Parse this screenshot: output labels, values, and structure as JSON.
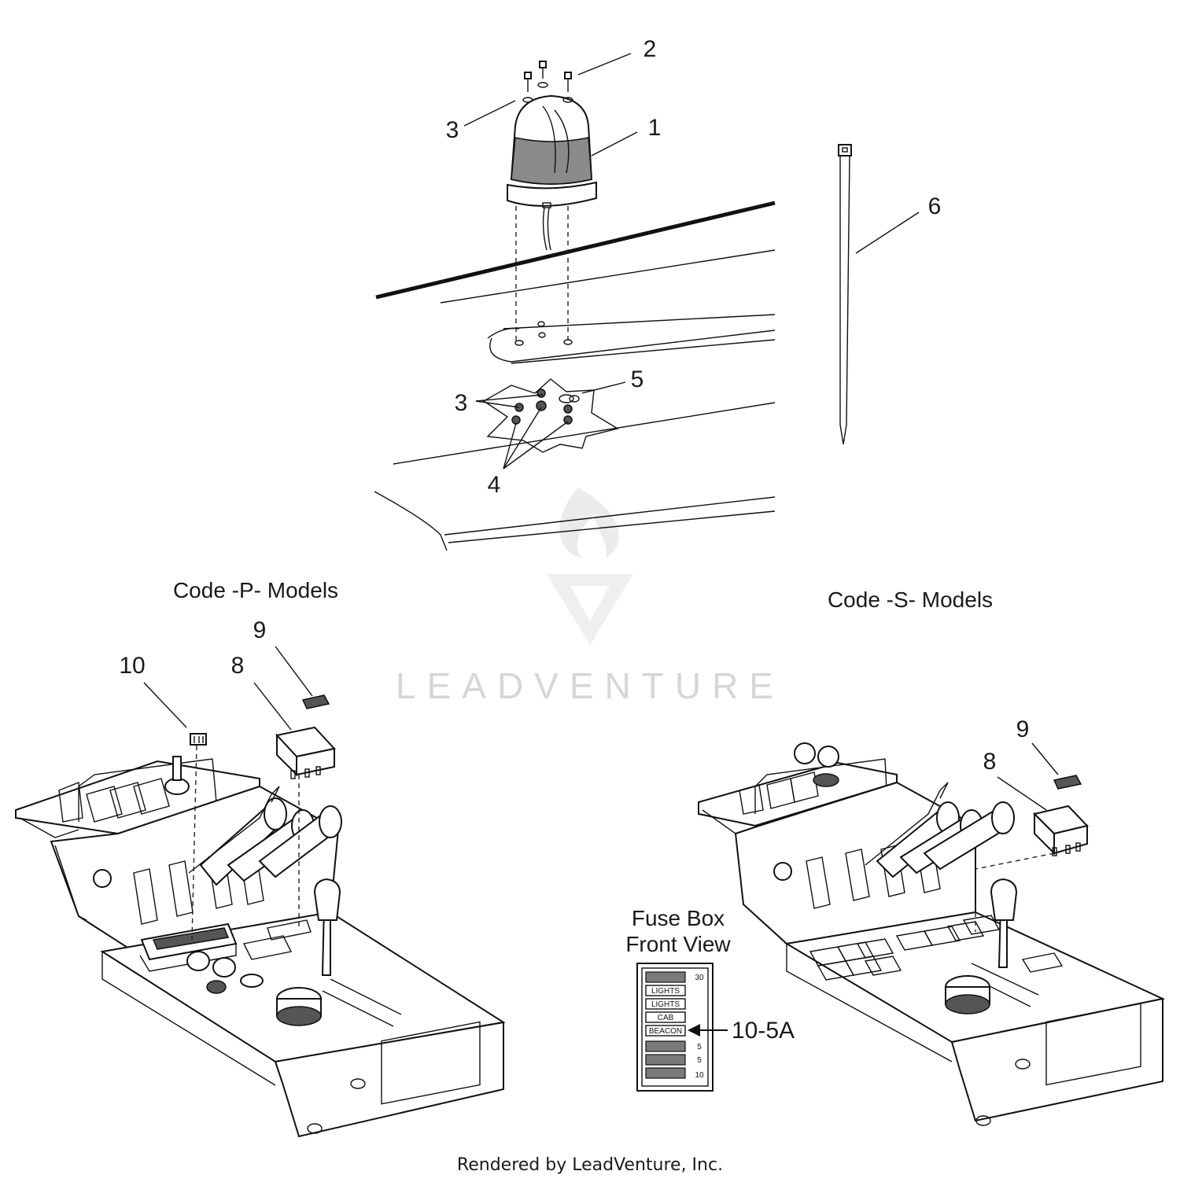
{
  "callouts": {
    "c1": "1",
    "c2": "2",
    "c3a": "3",
    "c3b": "3",
    "c4": "4",
    "c5": "5",
    "c6": "6",
    "p10": "10",
    "p8": "8",
    "p9": "9",
    "s8": "8",
    "s9": "9",
    "fuse_ref": "10-5A"
  },
  "sections": {
    "code_p": "Code -P- Models",
    "code_s": "Code -S- Models"
  },
  "fuse_box": {
    "title_line1": "Fuse Box",
    "title_line2": "Front View",
    "labels": [
      "LIGHTS",
      "LIGHTS",
      "CAB",
      "BEACON"
    ],
    "ratings": [
      "30",
      "5",
      "5",
      "10"
    ]
  },
  "watermark": "LEADVENTURE",
  "footer": "Rendered by LeadVenture, Inc."
}
